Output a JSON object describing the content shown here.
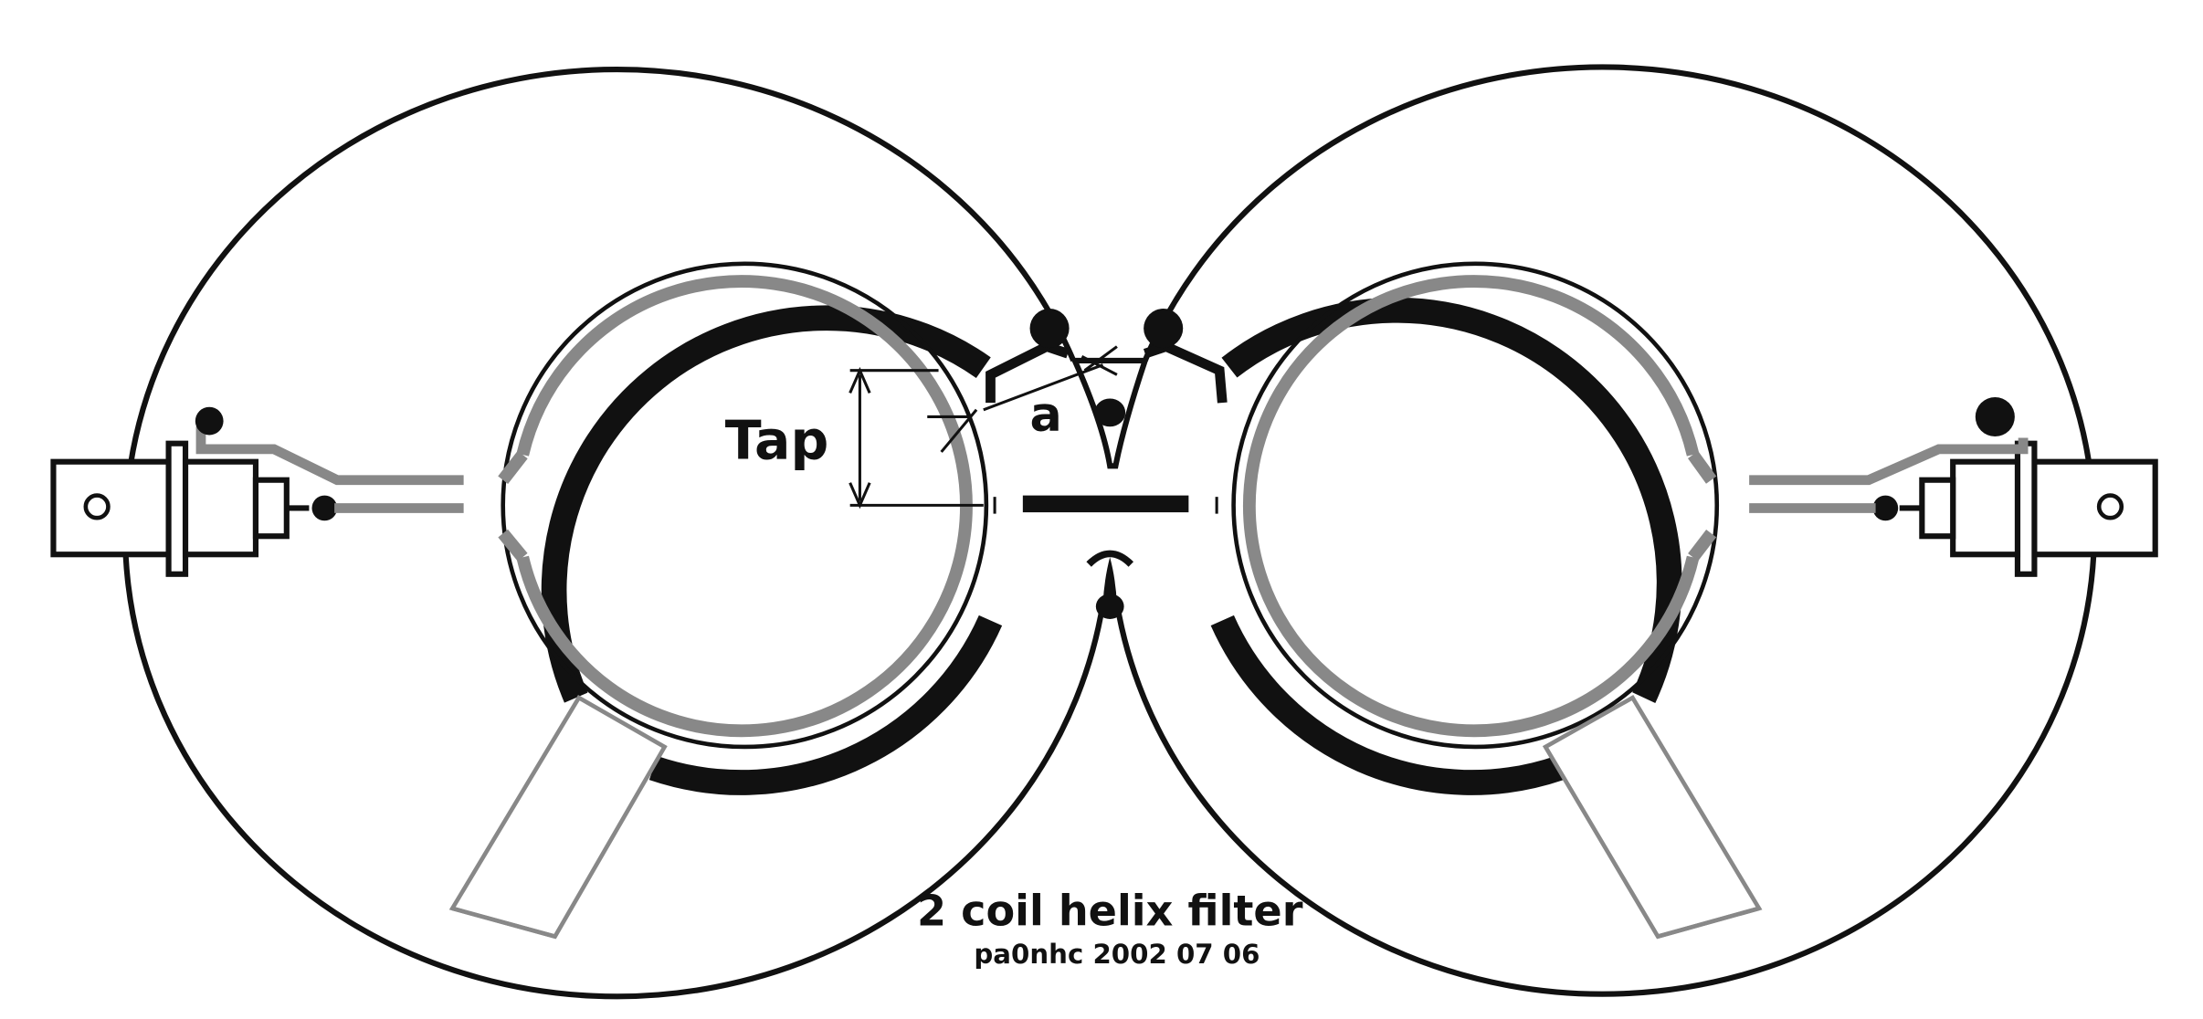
{
  "labels": {
    "tap": "Tap",
    "gap": "a",
    "title": "2 coil helix filter",
    "credit": "pa0nhc 2002 07 06"
  },
  "colors": {
    "ink": "#111111",
    "coil": "#888888",
    "paper": "#ffffff"
  }
}
